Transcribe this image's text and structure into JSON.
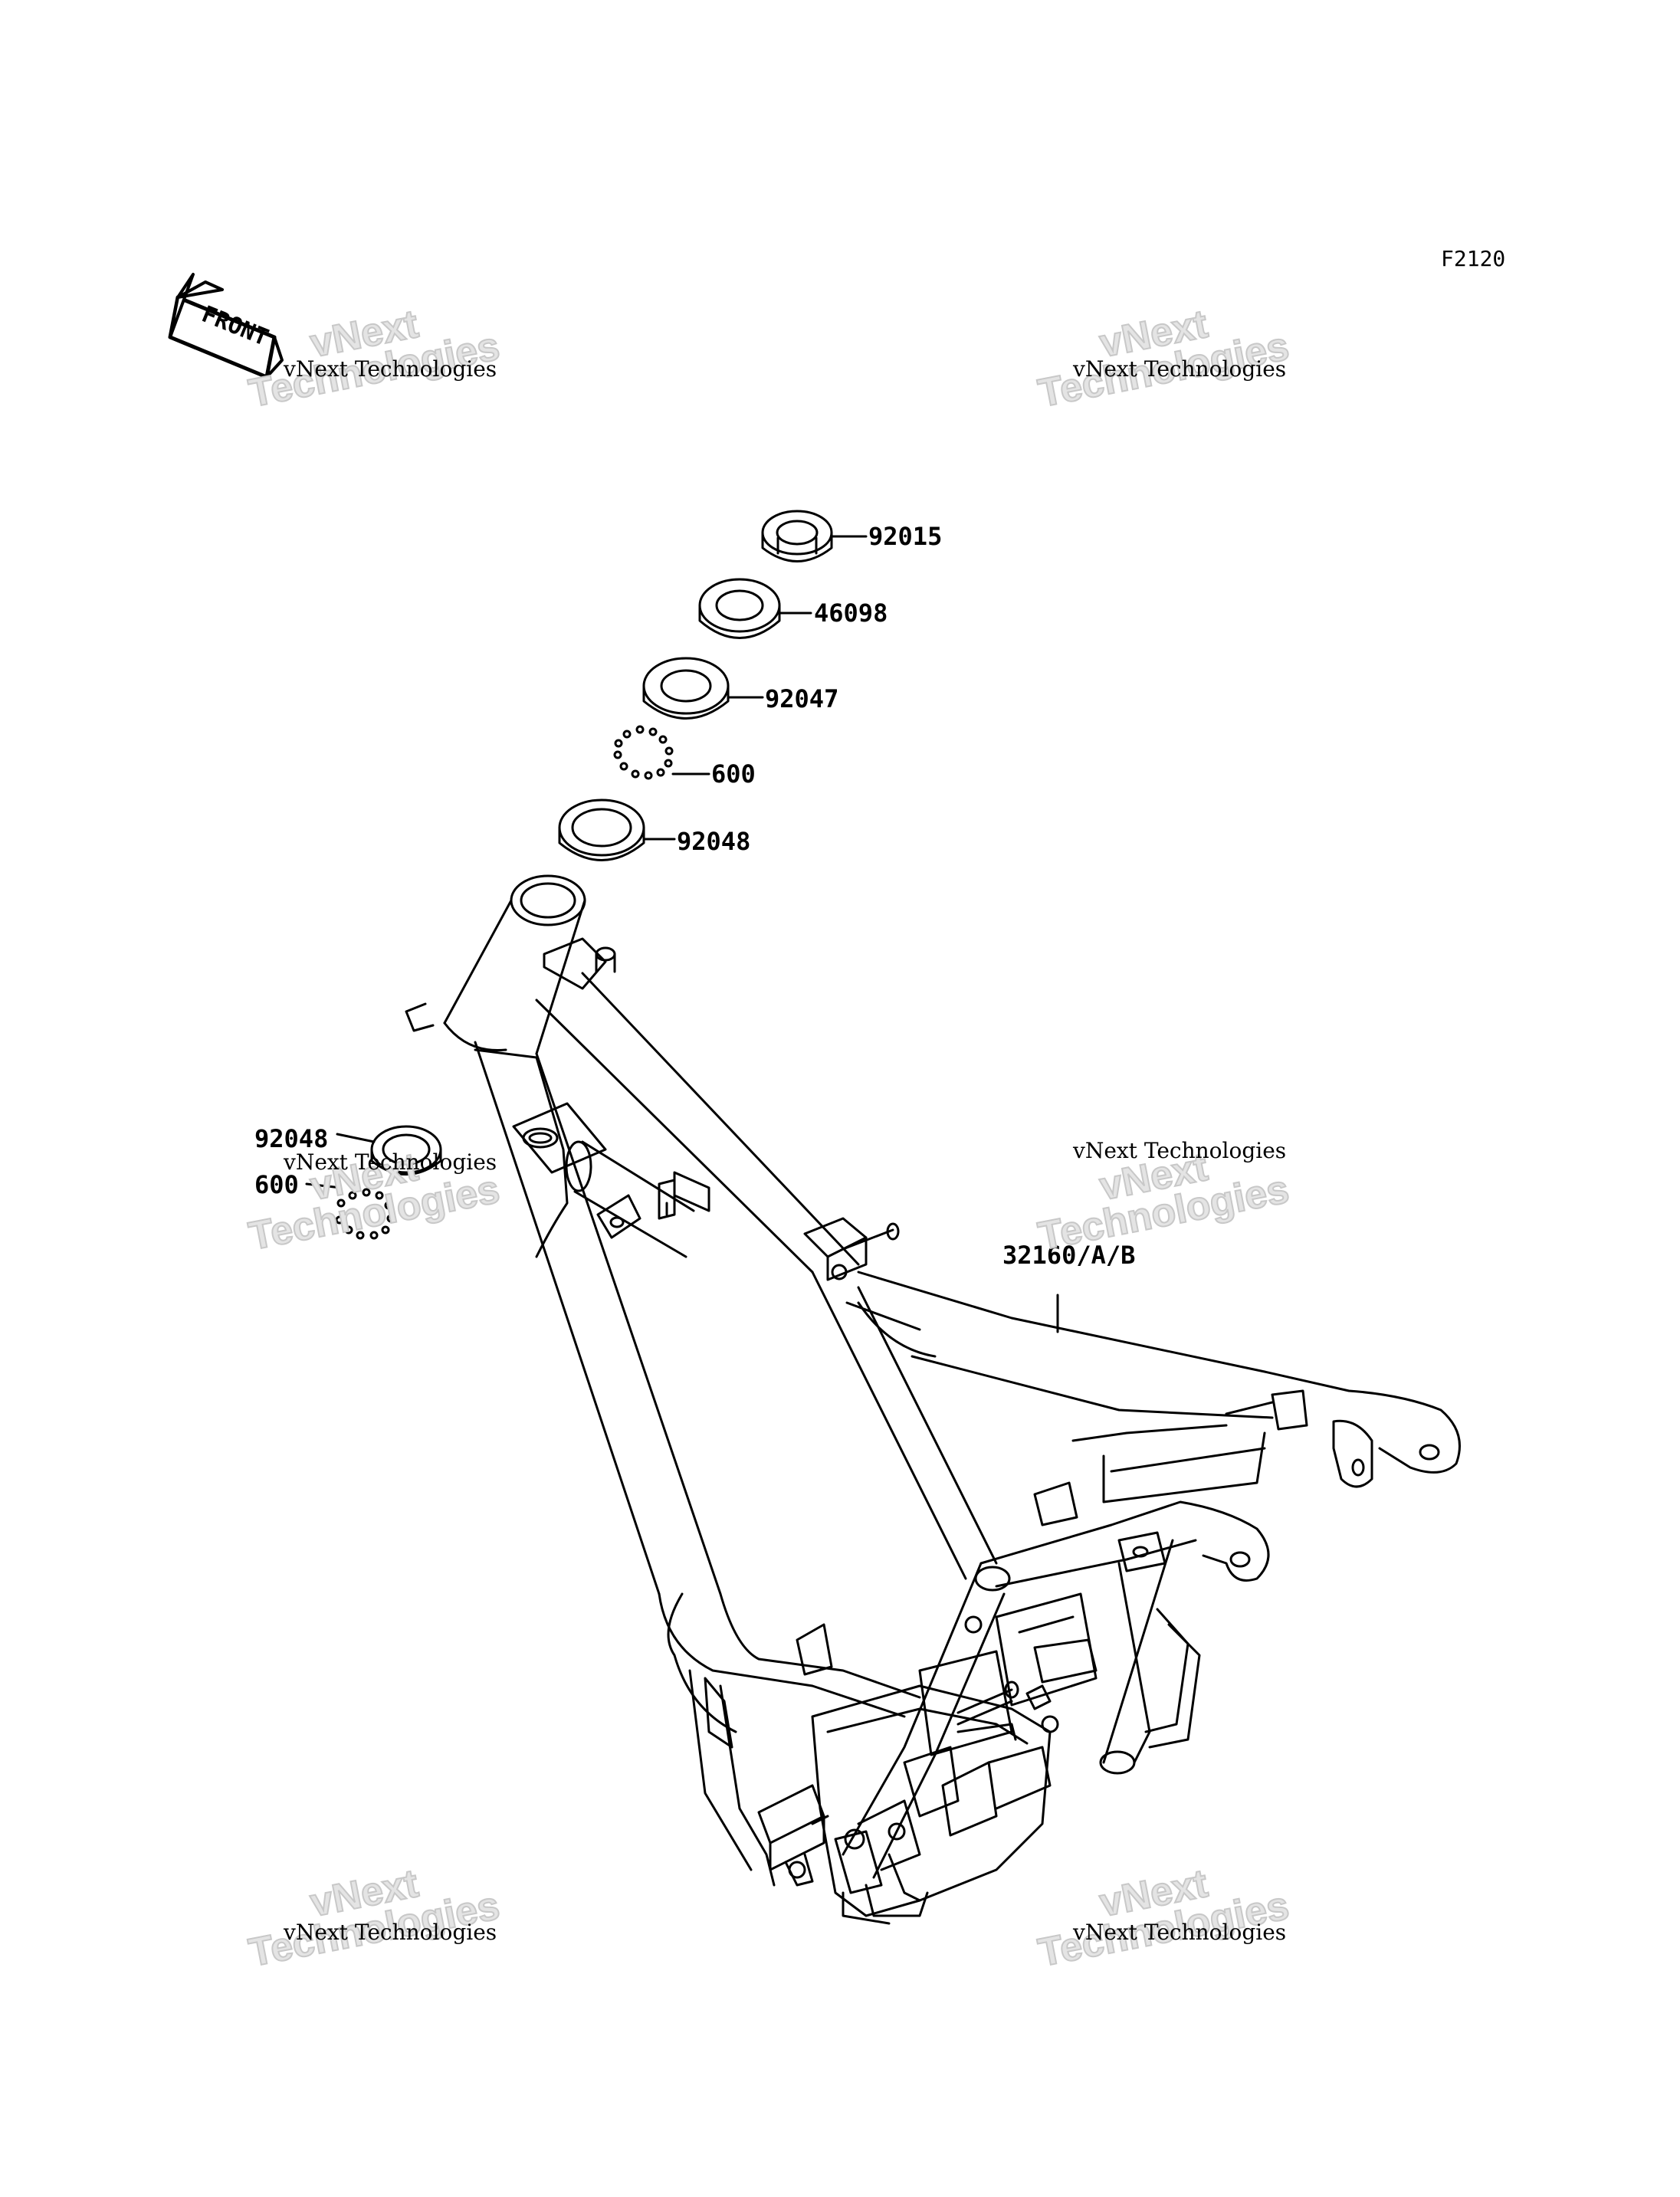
{
  "figure_code": "F2120",
  "front_arrow": {
    "label": "FRONT",
    "icon": "front-arrow-icon"
  },
  "callouts": {
    "p92015": "92015",
    "p46098": "46098",
    "p92047": "92047",
    "p600_top": "600",
    "p92048_top": "92048",
    "p92048_left": "92048",
    "p600_left": "600",
    "p32160": "32160/A/B"
  },
  "watermark": {
    "small": "vNext Technologies",
    "big_top": "vNext",
    "big_bottom": "Technologies"
  }
}
